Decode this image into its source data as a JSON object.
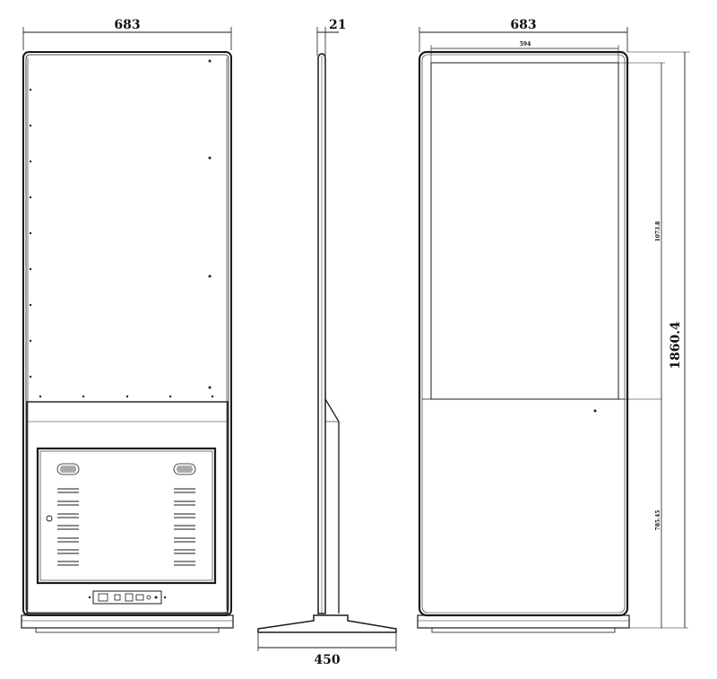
{
  "front_view": {
    "width_label": "683"
  },
  "side_view": {
    "depth_label": "21",
    "base_label": "450"
  },
  "rear_view": {
    "width_label": "683",
    "screen_width_label": "594",
    "screen_height_label": "1073.8",
    "total_height_label": "1860.4",
    "lower_height_label": "785.45"
  }
}
